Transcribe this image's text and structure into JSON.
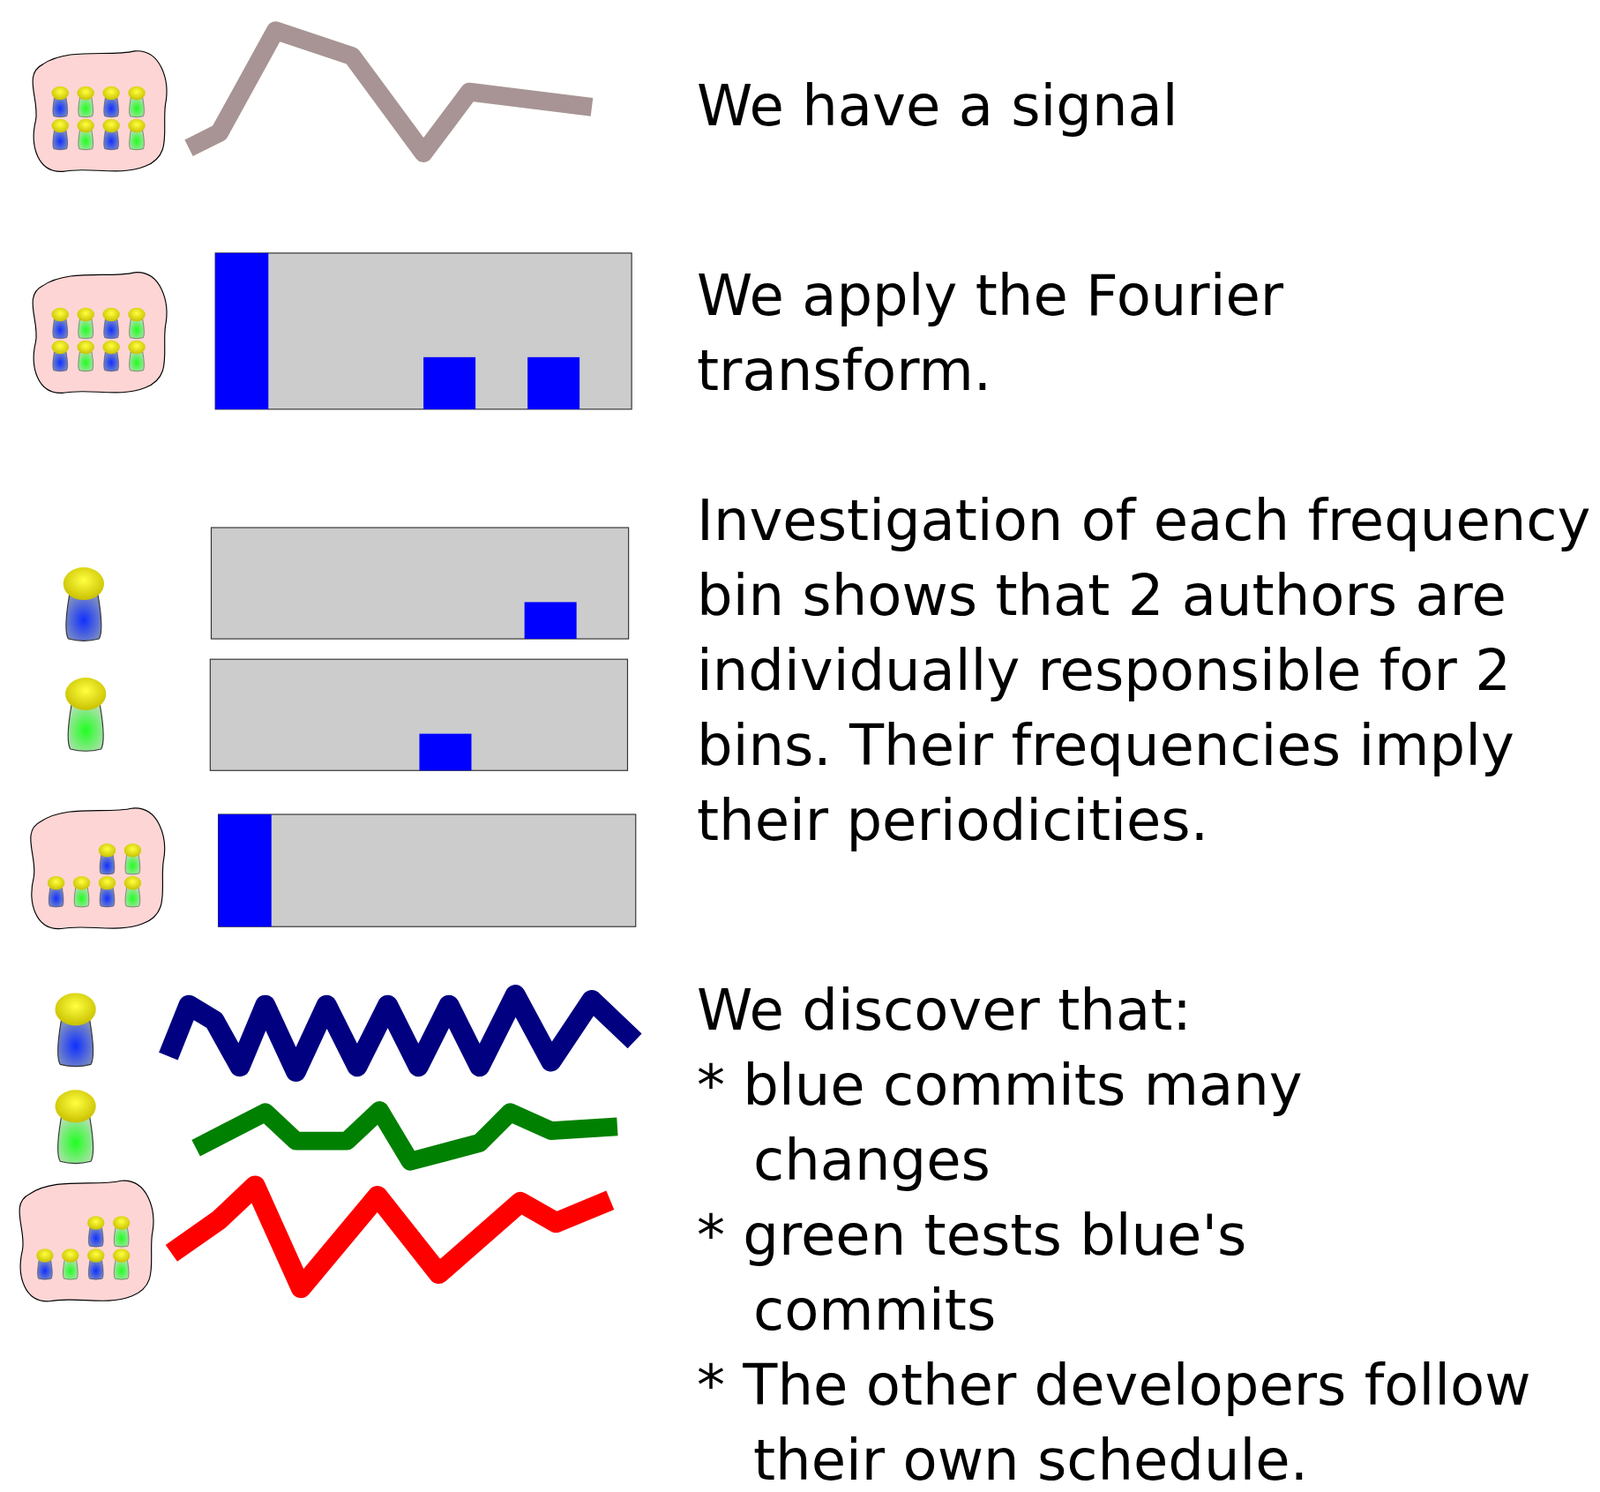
{
  "diagram": {
    "labels": [
      "We have a signal",
      "We apply the Fourier transform.",
      "Investigation of each frequency bin shows that 2 authors are individually responsible for 2 bins. Their frequencies imply their periodicities.",
      "We discover that:",
      "* blue commits many changes",
      "* green tests blue's commits",
      "* The other developers follow their own schedule."
    ]
  }
}
